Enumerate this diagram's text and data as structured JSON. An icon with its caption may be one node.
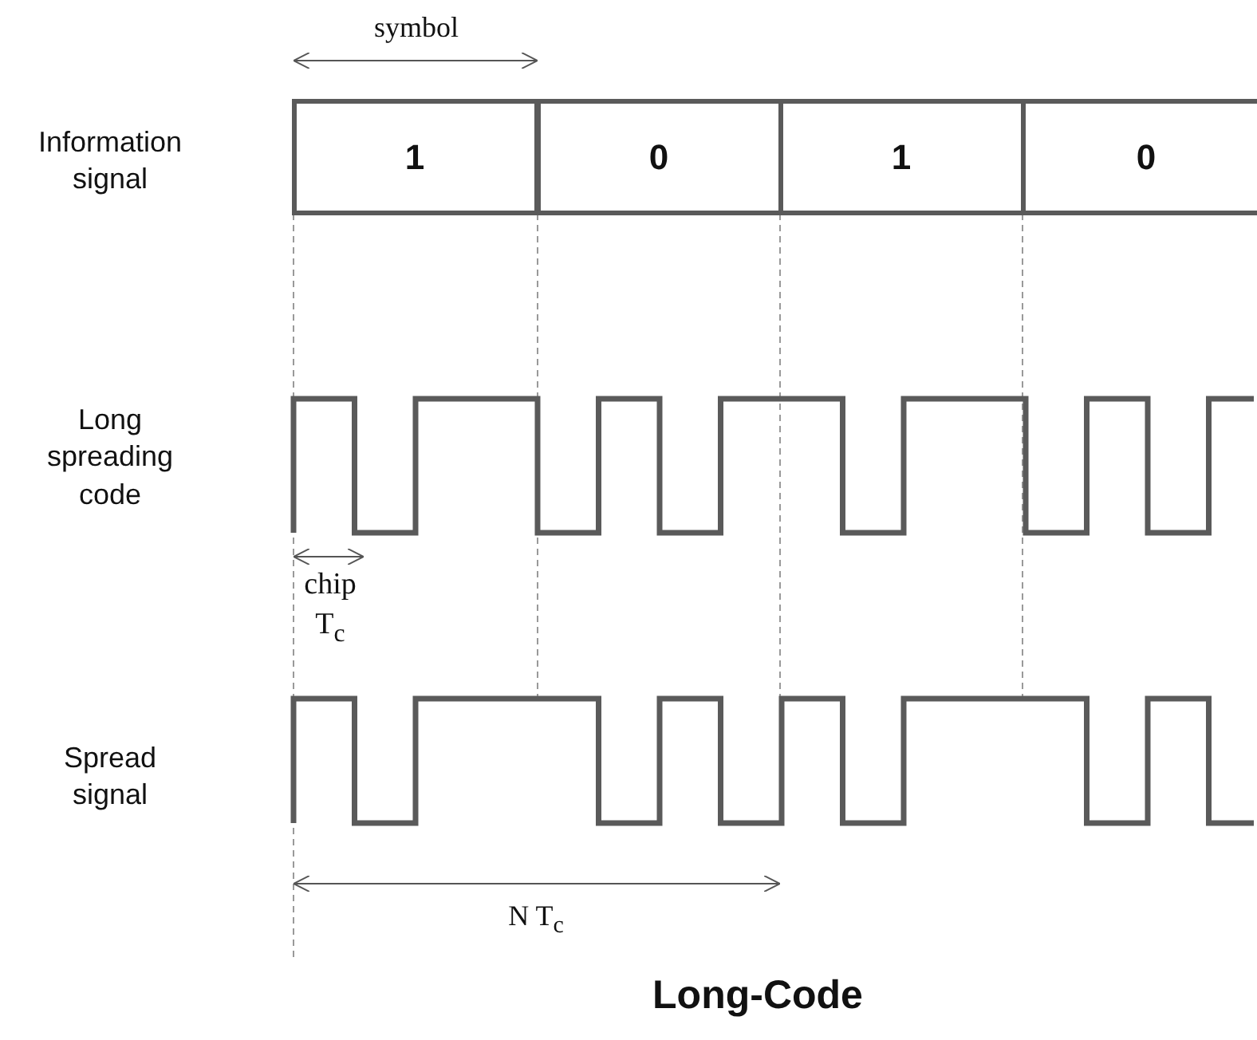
{
  "diagram": {
    "title": "Long-Code",
    "nodes": [
      {
        "text": [
          "1"
        ]
      },
      {
        "text": [
          "0"
        ]
      },
      {
        "text": [
          "1"
        ]
      },
      {
        "text": [
          "0"
        ]
      }
    ],
    "labels": [
      "symbol",
      "Information signal",
      "Long spreading code",
      "chip T$_{c}$",
      "Spread signal",
      "N T$_{c}$"
    ]
  }
}
